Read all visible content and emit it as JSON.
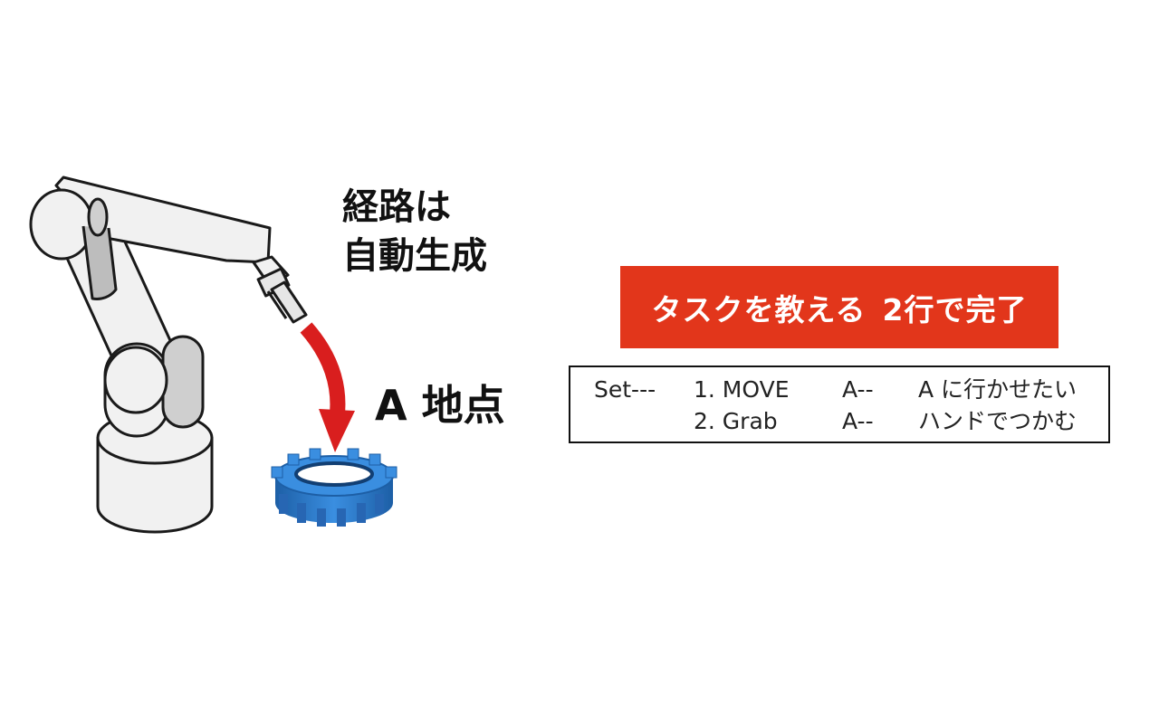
{
  "route_label": {
    "line1": "経路は",
    "line2": "自動生成"
  },
  "point_label": "A 地点",
  "banner": {
    "part1": "タスクを教える",
    "part2": "2行で完了",
    "color": "#e2361b"
  },
  "code": {
    "prefix": "Set---",
    "lines": [
      {
        "command": "1. MOVE",
        "target": "A--",
        "description": "A に行かせたい"
      },
      {
        "command": "2. Grab",
        "target": "A--",
        "description": "ハンドでつかむ"
      }
    ]
  },
  "colors": {
    "arrow": "#d91e1e",
    "gear": "#2e7fd0",
    "robot_fill": "#f1f1f1",
    "robot_stroke": "#1a1a1a"
  }
}
